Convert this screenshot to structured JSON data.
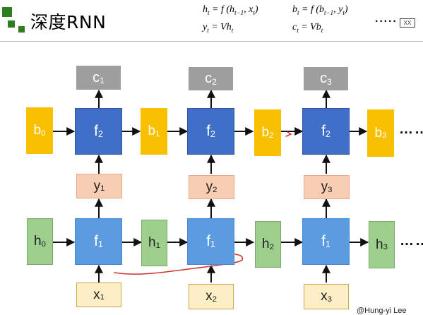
{
  "title": "深度RNN",
  "equations": {
    "h_lhs": "h",
    "h_sub": "t",
    "h_rhs_a": "= f (h",
    "h_rhs_sub1": "t−1",
    "h_rhs_b": ", x",
    "h_rhs_sub2": "t",
    "h_rhs_c": ")",
    "b_lhs": "b",
    "b_sub": "t",
    "b_rhs_a": "= f (b",
    "b_rhs_sub1": "t−1",
    "b_rhs_b": ", y",
    "b_rhs_sub2": "t",
    "b_rhs_c": ")",
    "y_lhs": "y",
    "y_sub": "t",
    "y_rhs_a": "= Vh",
    "y_rhs_sub": "t",
    "c_lhs": "c",
    "c_sub": "t",
    "c_rhs_a": "= Vb",
    "c_rhs_sub": "t"
  },
  "toolbar": {
    "dots": "·····",
    "icon_label": "XX"
  },
  "diagram": {
    "columns": [
      {
        "c": "c",
        "c_sub": "1",
        "f2": "f",
        "f2_sub": "2",
        "y": "y",
        "y_sub": "1",
        "f1": "f",
        "f1_sub": "1",
        "x": "x",
        "x_sub": "1"
      },
      {
        "c": "c",
        "c_sub": "2",
        "f2": "f",
        "f2_sub": "2",
        "y": "y",
        "y_sub": "2",
        "f1": "f",
        "f1_sub": "1",
        "x": "x",
        "x_sub": "2"
      },
      {
        "c": "c",
        "c_sub": "3",
        "f2": "f",
        "f2_sub": "2",
        "y": "y",
        "y_sub": "3",
        "f1": "f",
        "f1_sub": "1",
        "x": "x",
        "x_sub": "3"
      }
    ],
    "b_states": [
      {
        "t": "b",
        "s": "0"
      },
      {
        "t": "b",
        "s": "1"
      },
      {
        "t": "b",
        "s": "2"
      },
      {
        "t": "b",
        "s": "3"
      }
    ],
    "h_states": [
      {
        "t": "h",
        "s": "0"
      },
      {
        "t": "h",
        "s": "1"
      },
      {
        "t": "h",
        "s": "2"
      },
      {
        "t": "h",
        "s": "3"
      }
    ],
    "ellipsis": "……",
    "colors": {
      "c": "#9e9e9e",
      "f2": "#3f6fc6",
      "f1": "#5b9be0",
      "b": "#f8c000",
      "y": "#f7cdb4",
      "h": "#9ecf8c",
      "x": "#fdeec6",
      "annotation": "#d0312d"
    }
  },
  "credit": "@Hung-yi Lee"
}
